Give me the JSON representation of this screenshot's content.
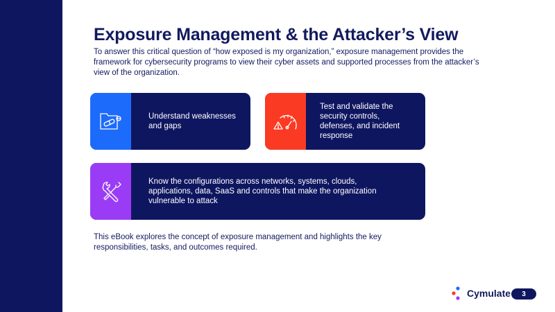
{
  "title": "Exposure Management & the Attacker’s View",
  "intro": "To answer this critical question of “how exposed is my organization,” exposure management provides the framework for cybersecurity programs to view their cyber assets and supported processes from the attacker’s view of the organization.",
  "cards": [
    {
      "icon": "folder-pill-icon",
      "accent": "#1d6bfb",
      "text": "Understand weaknesses and gaps"
    },
    {
      "icon": "gauge-icon",
      "accent": "#fb3a23",
      "text": "Test and validate the security controls, defenses, and incident response"
    },
    {
      "icon": "tools-icon",
      "accent": "#9a3cf5",
      "text": "Know the configurations across networks, systems, clouds, applications, data, SaaS and controls that make the organization vulnerable to attack"
    }
  ],
  "footer_text": "This eBook explores the concept of exposure management and highlights the key responsibilities, tasks, and outcomes required.",
  "logo": {
    "name": "Cymulate"
  },
  "page_number": "3",
  "colors": {
    "navy": "#0f1660",
    "blue": "#1d6bfb",
    "red": "#fb3a23",
    "purple": "#9a3cf5"
  }
}
